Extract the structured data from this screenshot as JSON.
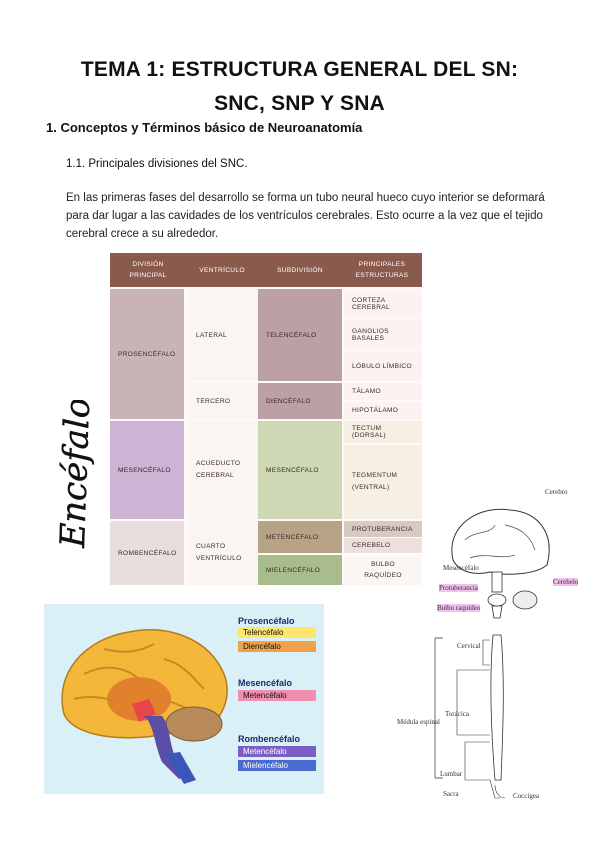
{
  "doc": {
    "title_line1": "TEMA 1: ESTRUCTURA GENERAL DEL SN:",
    "title_line2": "SNC, SNP Y SNA",
    "heading": "1. Conceptos y Términos básico de Neuroanatomía",
    "subheading": "1.1. Principales divisiones del SNC.",
    "paragraph": "En las primeras fases del desarrollo se forma un tubo neural hueco cuyo interior se deformará para dar lugar a las cavidades de los ventrículos cerebrales. Esto ocurre a la vez que el tejido cerebral crece a su alrededor.",
    "handwriting": "Encéfalo"
  },
  "table": {
    "headers": [
      "División Principal",
      "Ventrículo",
      "Subdivisión",
      "Principales Estructuras"
    ],
    "division": [
      "Prosencéfalo",
      "Mesencéfalo",
      "Rombencéfalo"
    ],
    "ventricle": [
      "Lateral",
      "Tercero",
      "Acueducto Cerebral",
      "Cuarto Ventrículo"
    ],
    "subdivision": [
      "Telencéfalo",
      "Diencéfalo",
      "Mesencéfalo",
      "Metencéfalo",
      "Mielencéfalo"
    ],
    "structures": [
      "Corteza Cerebral",
      "Ganglios Basales",
      "Lóbulo Límbico",
      "Tálamo",
      "Hipotálamo",
      "Tectum (dorsal)",
      "Tegmentum (ventral)",
      "Protuberancia",
      "Cerebelo",
      "Bulbo raquídeo"
    ]
  },
  "brain_color": {
    "prosencefalo": "Prosencéfalo",
    "telencefalo": "Telencéfalo",
    "diencefalo": "Diencéfalo",
    "mesencefalo": "Mesencéfalo",
    "metencefalo_mes": "Metencéfalo",
    "rombencefalo": "Rombencéfalo",
    "metencefalo": "Metencéfalo",
    "mielencefalo": "Mielencéfalo"
  },
  "brain_sketch": {
    "cerebro": "Cerebro",
    "mesencefalo": "Mesencéfalo",
    "protuberancia": "Protuberancia",
    "cerebelo": "Cerebelo",
    "bulbo": "Bulbo raquídeo",
    "cervical": "Cervical",
    "toracica": "Torácica",
    "medula": "Médula espinal",
    "lumbar": "Lumbar",
    "sacra": "Sacra",
    "coccigea": "Coccígea"
  }
}
